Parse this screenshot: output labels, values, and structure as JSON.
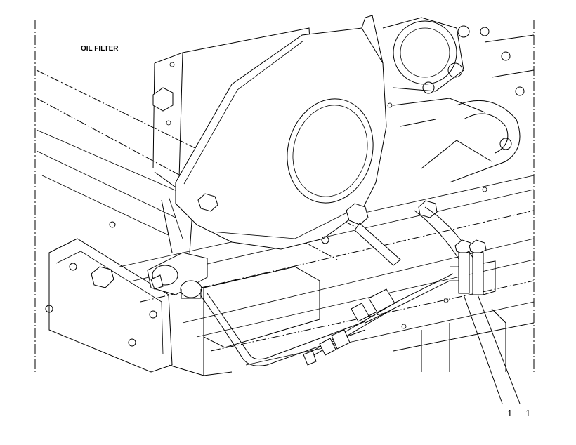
{
  "diagram": {
    "title": "OIL FILTER",
    "callouts": [
      {
        "id": "callout-1-left",
        "text": "1"
      },
      {
        "id": "callout-1-right",
        "text": "1"
      }
    ],
    "colors": {
      "line": "#000000",
      "background": "#ffffff"
    }
  }
}
